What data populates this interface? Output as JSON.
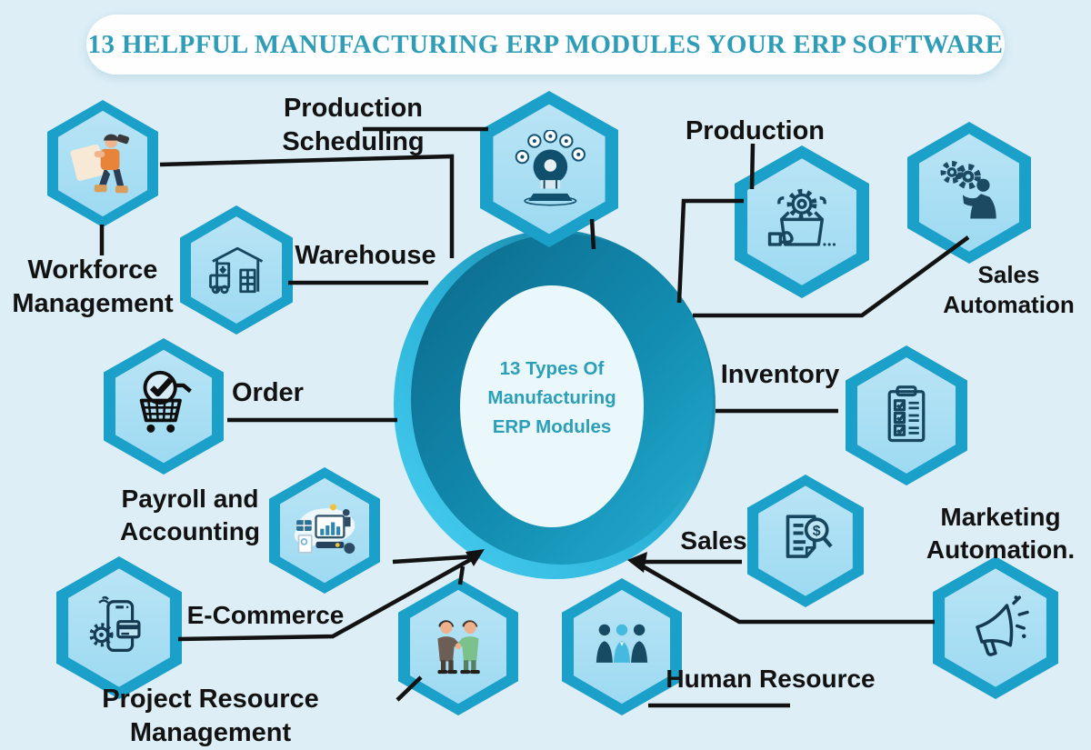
{
  "title": "13 HELPFUL MANUFACTURING ERP MODULES YOUR ERP SOFTWARE",
  "center": {
    "line1": "13 Types Of",
    "line2": "Manufacturing",
    "line3": "ERP Modules"
  },
  "colors": {
    "background": "#ddeef6",
    "hex_border": "#1aa0c9",
    "hex_fill": "#a3dcf2",
    "ring_light": "#47cff2",
    "ring_dark": "#0d6f8f",
    "accent_teal": "#2c9fb8",
    "line": "#121212",
    "label": "#121212"
  },
  "modules": [
    {
      "id": "workforce-management",
      "label": "Workforce Management",
      "icon": "worker-illustration-icon"
    },
    {
      "id": "warehouse",
      "label": "Warehouse",
      "icon": "warehouse-truck-icon"
    },
    {
      "id": "production-scheduling",
      "label": "Production Scheduling",
      "icon": "scheduling-person-icon"
    },
    {
      "id": "production",
      "label": "Production",
      "icon": "gear-box-icon"
    },
    {
      "id": "sales-automation",
      "label": "Sales Automation",
      "icon": "person-gears-icon"
    },
    {
      "id": "order",
      "label": "Order",
      "icon": "cart-check-icon"
    },
    {
      "id": "inventory",
      "label": "Inventory",
      "icon": "checklist-clipboard-icon"
    },
    {
      "id": "payroll-and-accounting",
      "label": "Payroll and Accounting",
      "icon": "payroll-dashboard-icon"
    },
    {
      "id": "sales",
      "label": "Sales",
      "icon": "invoice-dollar-icon"
    },
    {
      "id": "marketing-automation",
      "label": "Marketing Automation.",
      "icon": "megaphone-icon"
    },
    {
      "id": "e-commerce",
      "label": "E-Commerce",
      "icon": "phone-payment-icon"
    },
    {
      "id": "project-resource-management",
      "label": "Project Resource Management",
      "icon": "handshake-icon"
    },
    {
      "id": "human-resource",
      "label": "Human Resource",
      "icon": "team-icon"
    }
  ]
}
